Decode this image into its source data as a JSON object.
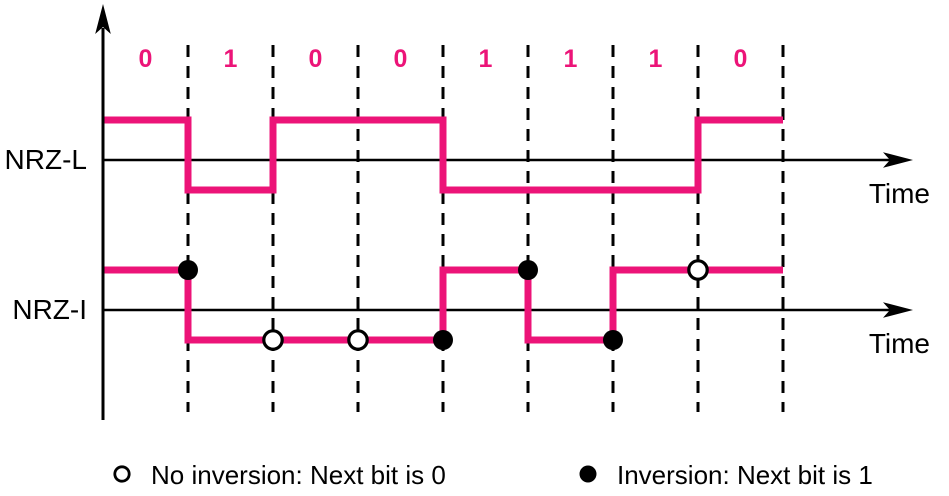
{
  "figure": {
    "title_hint": "NRZ-L and NRZ-I line coding",
    "bits": [
      "0",
      "1",
      "0",
      "0",
      "1",
      "1",
      "1",
      "0"
    ],
    "labels": {
      "nrzl": "NRZ-L",
      "nrzi": "NRZ-I",
      "time": "Time"
    },
    "waveforms": {
      "nrzl": {
        "name": "NRZ-L",
        "levels": [
          "high",
          "low",
          "high",
          "high",
          "low",
          "low",
          "low",
          "high"
        ]
      },
      "nrzi": {
        "name": "NRZ-I",
        "levels": [
          "high",
          "low",
          "low",
          "low",
          "high",
          "low",
          "high",
          "high"
        ],
        "markers": [
          {
            "boundary": 1,
            "level": "high",
            "type": "inversion"
          },
          {
            "boundary": 2,
            "level": "low",
            "type": "no-inversion"
          },
          {
            "boundary": 3,
            "level": "low",
            "type": "no-inversion"
          },
          {
            "boundary": 4,
            "level": "low",
            "type": "inversion"
          },
          {
            "boundary": 5,
            "level": "high",
            "type": "inversion"
          },
          {
            "boundary": 6,
            "level": "low",
            "type": "inversion"
          },
          {
            "boundary": 7,
            "level": "high",
            "type": "no-inversion"
          }
        ]
      }
    },
    "legend": [
      {
        "marker": "open-circle",
        "label": "No inversion: Next bit is 0"
      },
      {
        "marker": "filled-circle",
        "label": "Inversion: Next bit is 1"
      }
    ],
    "colors": {
      "signal": "#EC1478",
      "axis": "#000000",
      "bit_label": "#EC1478"
    }
  }
}
